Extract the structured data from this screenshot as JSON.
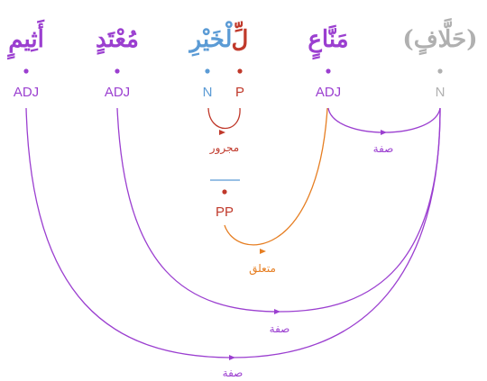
{
  "colors": {
    "purple": "#9b3fd0",
    "blue": "#5b9bd5",
    "red": "#c0392b",
    "gray": "#b0b0b0",
    "orange": "#e67e22"
  },
  "words": [
    {
      "id": "w1",
      "text": "(حَلَّافٍ)",
      "tag": "N",
      "color": "#b0b0b0"
    },
    {
      "id": "w2",
      "text": "مَنَّاعٍ",
      "tag": "ADJ",
      "color": "#9b3fd0"
    },
    {
      "id": "w3a",
      "text": "لِّ",
      "tag": "P",
      "color": "#c0392b"
    },
    {
      "id": "w3b",
      "text": "لْخَيْرِ",
      "tag": "N",
      "color": "#5b9bd5"
    },
    {
      "id": "w4",
      "text": "مُعْتَدٍ",
      "tag": "ADJ",
      "color": "#9b3fd0"
    },
    {
      "id": "w5",
      "text": "أَثِيمٍ",
      "tag": "ADJ",
      "color": "#9b3fd0"
    }
  ],
  "phrase": {
    "tag": "PP"
  },
  "relations": {
    "majrur": "مجرور",
    "mutaalliq": "متعلق",
    "sifa_1": "صفة",
    "sifa_2": "صفة",
    "sifa_3": "صفة"
  }
}
